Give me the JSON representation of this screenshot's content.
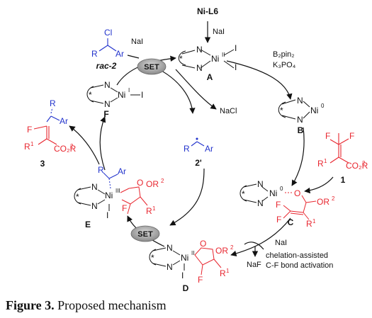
{
  "top": {
    "reagent": "Ni-L6",
    "additive": "NaI"
  },
  "species": {
    "A": {
      "label": "A",
      "metal": "Ni",
      "ox": "II",
      "halides": [
        "I",
        "I"
      ]
    },
    "B": {
      "label": "B",
      "metal": "Ni",
      "ox": "0"
    },
    "C": {
      "label": "C",
      "metal": "Ni",
      "ox": "0",
      "ester": "OR",
      "r1": "R",
      "f1": "F",
      "f2": "F"
    },
    "D": {
      "label": "D",
      "metal": "Ni",
      "ox": "II",
      "halide": "I",
      "ester": "OR",
      "f": "F",
      "r1": "R"
    },
    "E": {
      "label": "E",
      "metal": "Ni",
      "ox": "III",
      "halide": "I",
      "ester": "OR",
      "f": "F",
      "r1": "R",
      "r": "R",
      "ar": "Ar"
    },
    "F": {
      "label": "F",
      "metal": "Ni",
      "ox": "I",
      "halide": "I"
    }
  },
  "ligand": {
    "n": "N",
    "star": "*"
  },
  "reagents": {
    "b2pin2": "B₂pin₂",
    "k3po4": "K₃PO₄",
    "nai": "NaI",
    "naf": "NaF",
    "nacl": "NaCl",
    "chelation_1": "chelation-assisted",
    "chelation_2": "C-F bond activation"
  },
  "set_labels": [
    "SET",
    "SET"
  ],
  "compound_1": {
    "label": "1",
    "f1": "F",
    "f2": "F",
    "r1": "R",
    "ester": "CO₂R",
    "sup": "2"
  },
  "compound_2": {
    "label": "rac-2",
    "cl": "Cl",
    "r": "R",
    "ar": "Ar",
    "nai": "NaI"
  },
  "compound_2p": {
    "label": "2'",
    "r": "R",
    "ar": "Ar"
  },
  "compound_3": {
    "label": "3",
    "f": "F",
    "r": "R",
    "ar": "Ar",
    "r1": "R",
    "ester": "CO₂R",
    "sup": "2"
  },
  "caption": {
    "prefix": "Figure 3.",
    "text": " Proposed mechanism"
  },
  "superscripts": {
    "one": "1",
    "two": "2"
  }
}
